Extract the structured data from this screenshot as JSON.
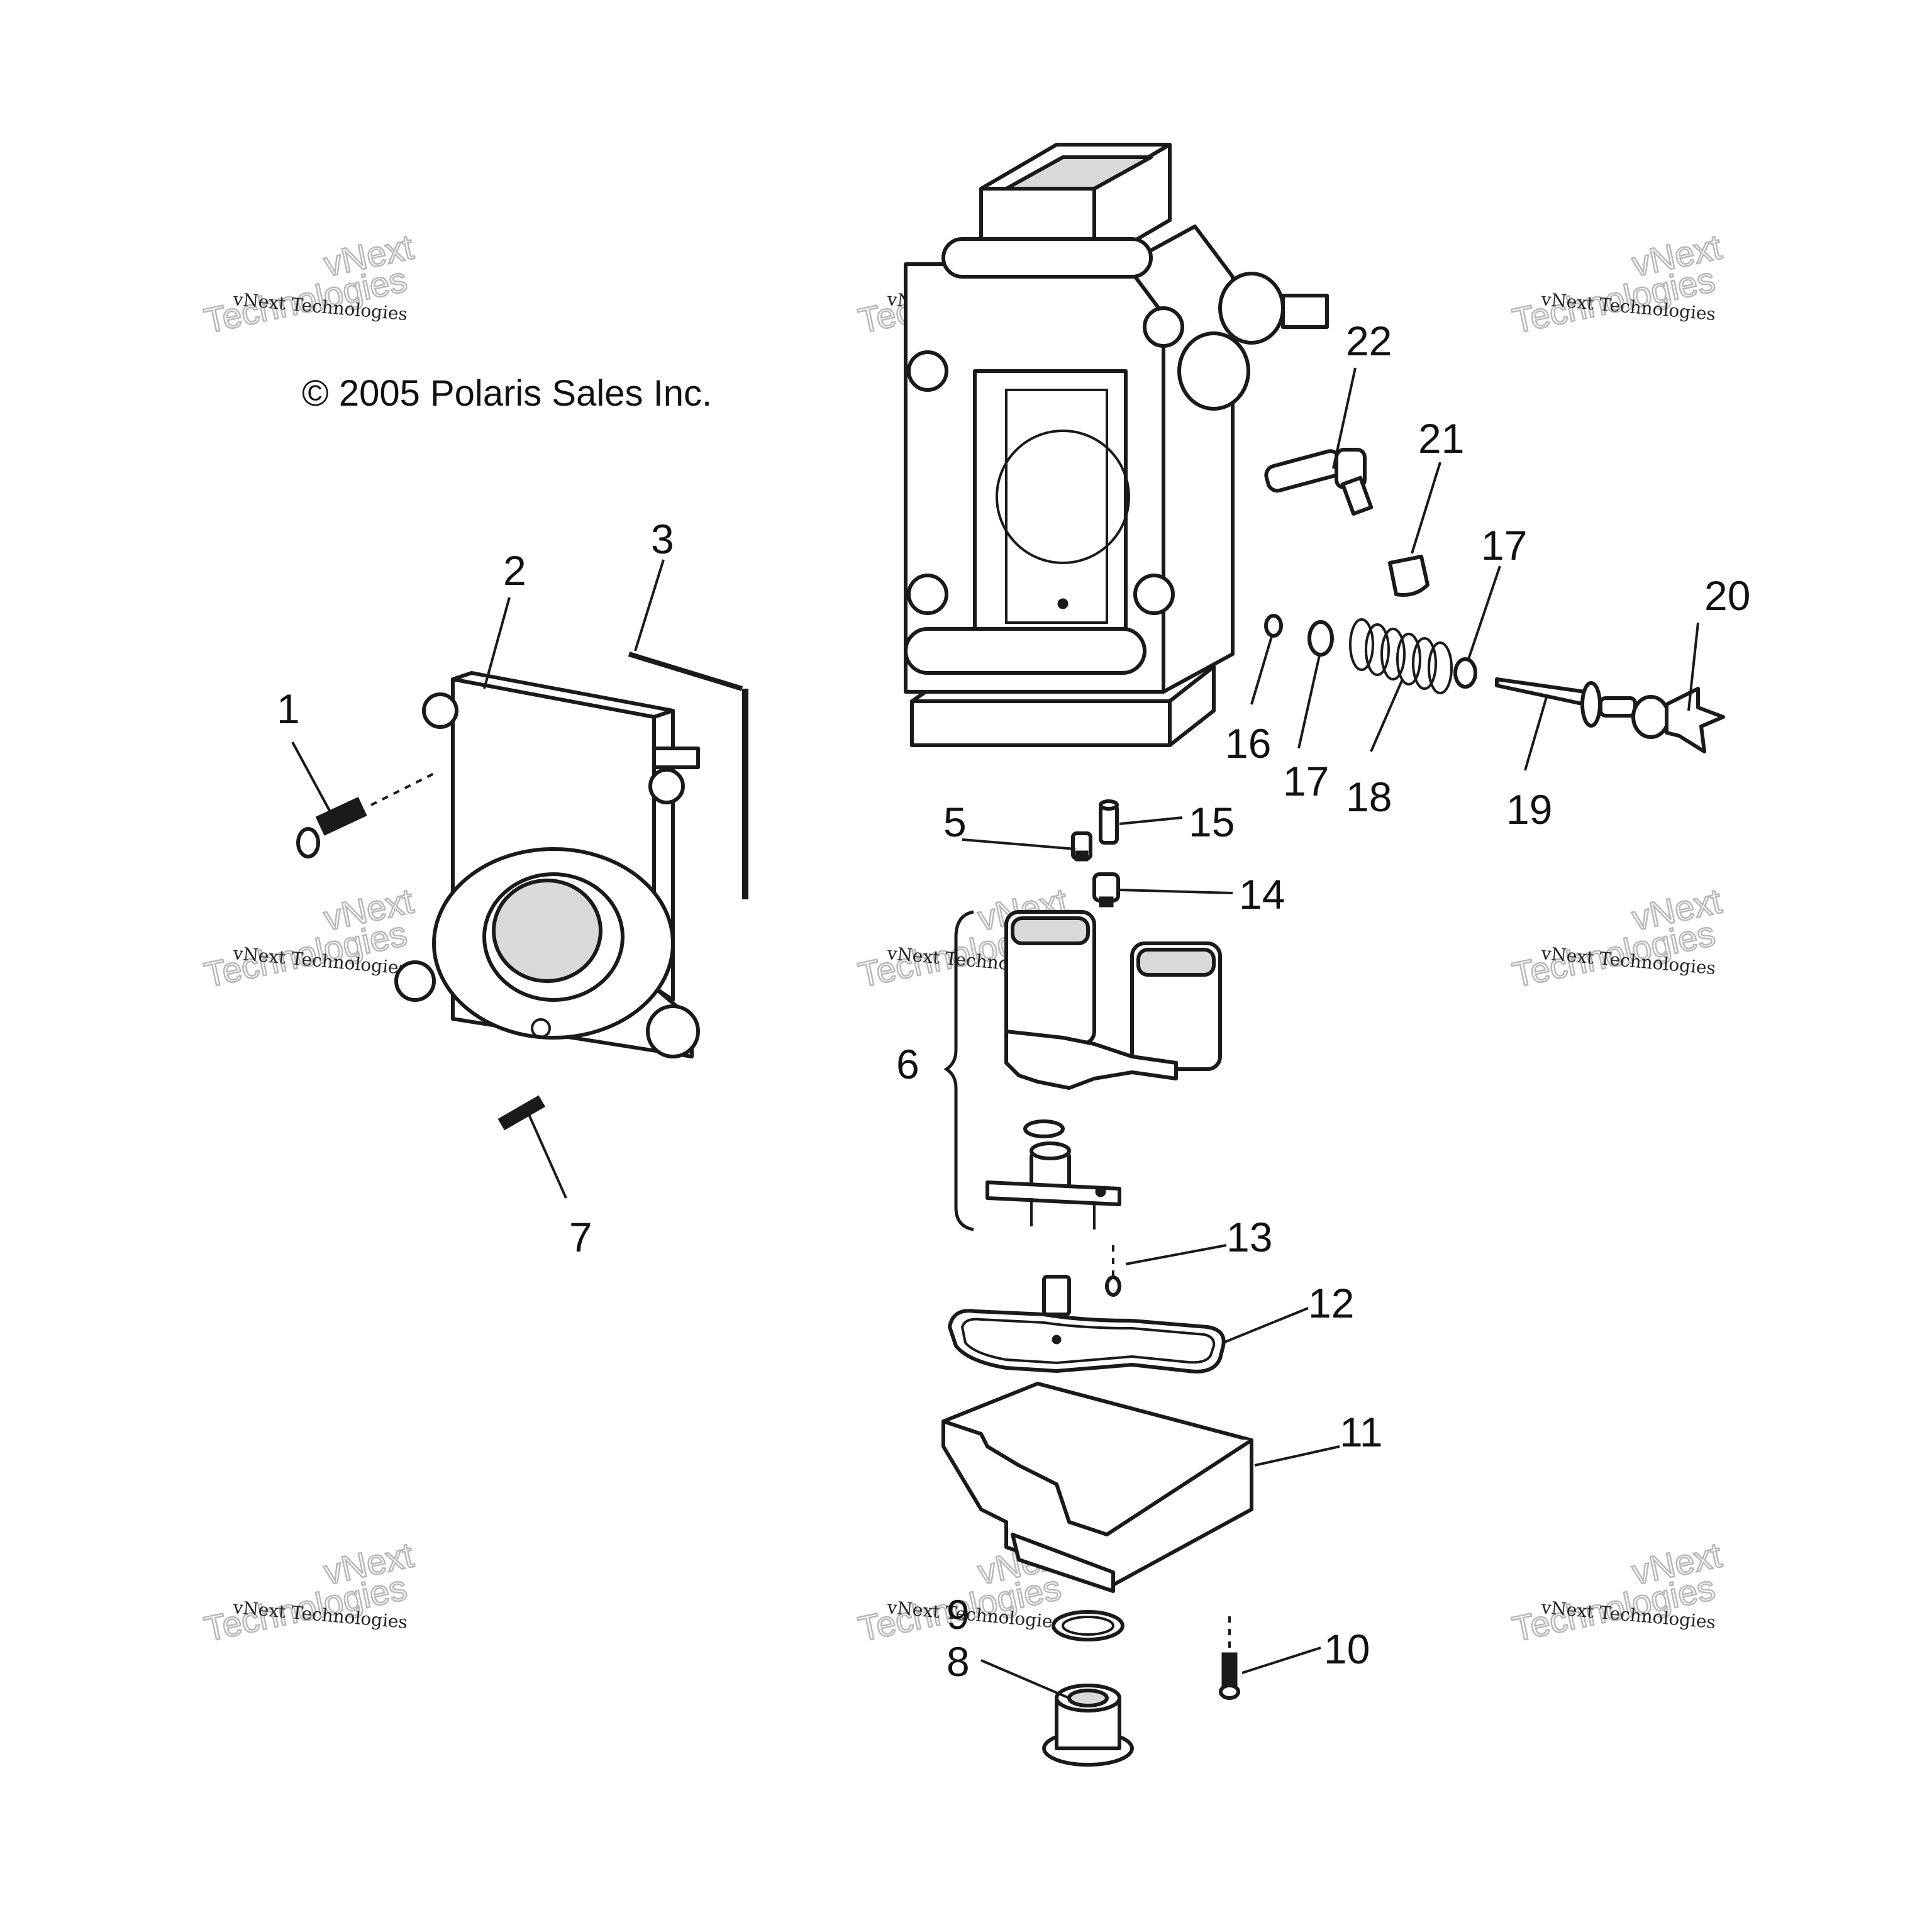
{
  "copyright": "© 2005 Polaris Sales Inc.",
  "watermark": {
    "line": "vNext Technologies",
    "big_word1": "vNext",
    "big_word2": "Technologies"
  },
  "callouts": {
    "c1": "1",
    "c2": "2",
    "c3": "3",
    "c5": "5",
    "c6": "6",
    "c7": "7",
    "c8": "8",
    "c9": "9",
    "c10": "10",
    "c11": "11",
    "c12": "12",
    "c13": "13",
    "c14": "14",
    "c15": "15",
    "c16": "16",
    "c17a": "17",
    "c17b": "17",
    "c18": "18",
    "c19": "19",
    "c20": "20",
    "c21": "21",
    "c22": "22"
  },
  "parts": [
    {
      "ref": "1",
      "icon": "screw-icon"
    },
    {
      "ref": "2",
      "icon": "intake-cover-plate-icon"
    },
    {
      "ref": "3",
      "icon": "rod-icon"
    },
    {
      "ref": "5",
      "icon": "jet-icon"
    },
    {
      "ref": "6",
      "icon": "float-assembly-icon"
    },
    {
      "ref": "7",
      "icon": "pin-icon"
    },
    {
      "ref": "8",
      "icon": "drain-plug-icon"
    },
    {
      "ref": "9",
      "icon": "o-ring-icon"
    },
    {
      "ref": "10",
      "icon": "screw-icon"
    },
    {
      "ref": "11",
      "icon": "float-bowl-icon"
    },
    {
      "ref": "12",
      "icon": "gasket-icon"
    },
    {
      "ref": "13",
      "icon": "screw-icon"
    },
    {
      "ref": "14",
      "icon": "jet-icon"
    },
    {
      "ref": "15",
      "icon": "jet-icon"
    },
    {
      "ref": "16",
      "icon": "o-ring-icon"
    },
    {
      "ref": "17",
      "icon": "washer-icon"
    },
    {
      "ref": "18",
      "icon": "spring-icon"
    },
    {
      "ref": "19",
      "icon": "needle-screw-icon"
    },
    {
      "ref": "20",
      "icon": "knob-icon"
    },
    {
      "ref": "21",
      "icon": "cap-icon"
    },
    {
      "ref": "22",
      "icon": "elbow-fitting-icon"
    }
  ]
}
